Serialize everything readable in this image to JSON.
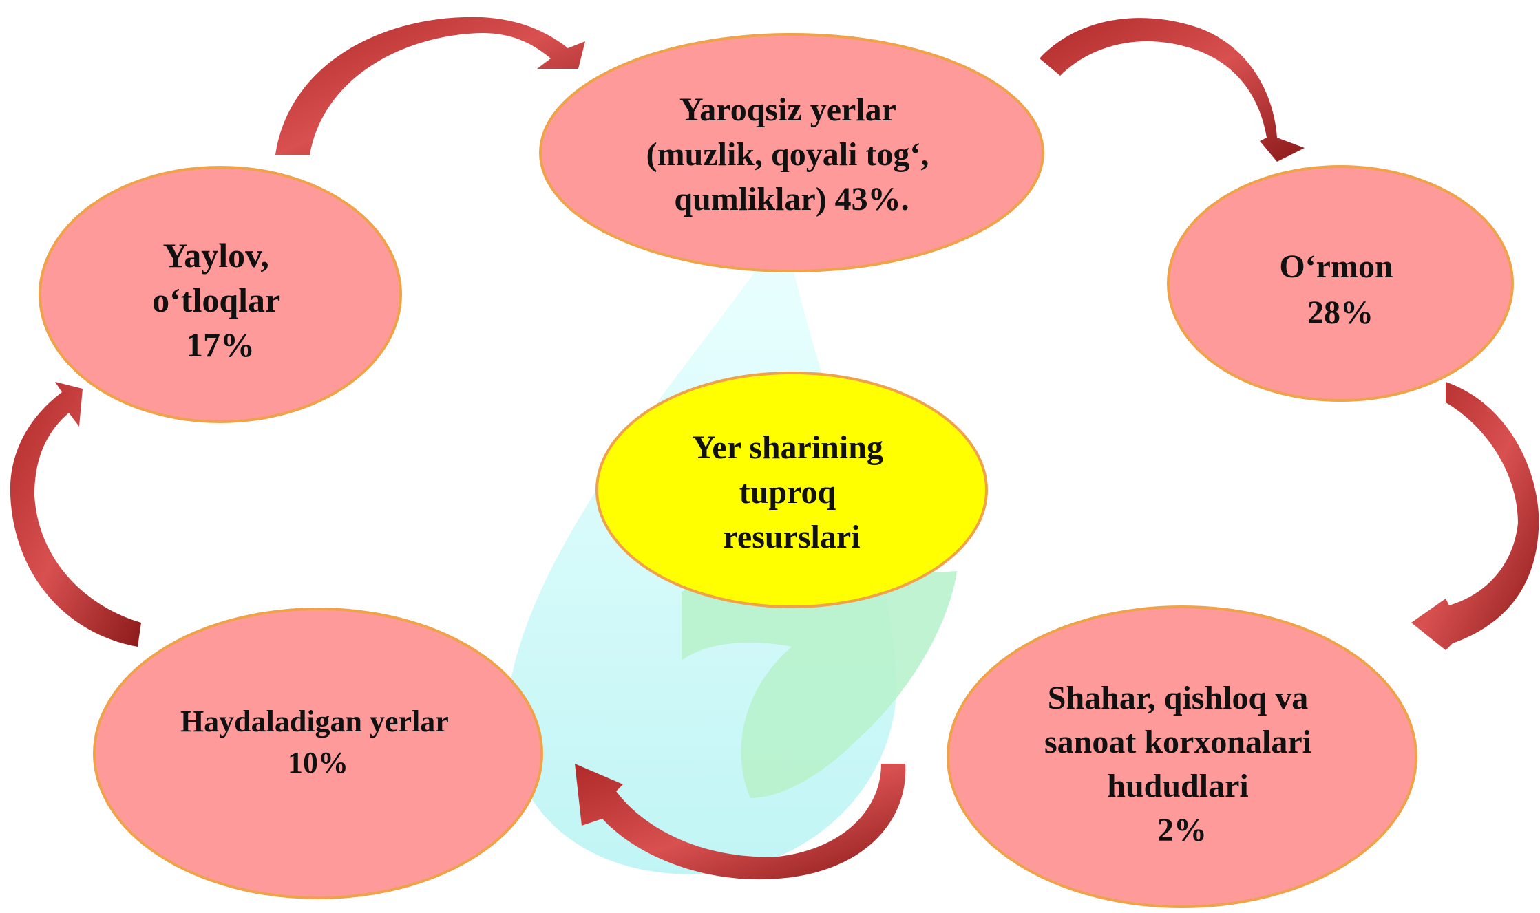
{
  "diagram": {
    "center": {
      "lines": [
        "Yer sharining",
        "tuproq",
        "resurslari"
      ]
    },
    "nodes": {
      "barren": {
        "lines": [
          "Yaroqsiz yerlar",
          "(muzlik, qoyali tog‘,",
          "qumliklar) 43%."
        ]
      },
      "forest": {
        "lines": [
          "O‘rmon",
          "28%"
        ]
      },
      "urban": {
        "lines": [
          "Shahar, qishloq va",
          "sanoat korxonalari",
          "hududlari",
          "2%"
        ]
      },
      "arable": {
        "lines": [
          "Haydaladigan yerlar",
          "10%"
        ]
      },
      "pasture": {
        "lines": [
          "Yaylov,",
          "o‘tloqlar",
          "17%"
        ]
      }
    }
  },
  "colors": {
    "node_fill": "#ff9a9a",
    "center_fill": "#ffff00",
    "node_border": "#f0a24a",
    "arrow_dark": "#8b1a1a",
    "arrow_light": "#c94040",
    "background_drop": "#c8f7f7",
    "background_leaf": "#b8f2cc"
  }
}
